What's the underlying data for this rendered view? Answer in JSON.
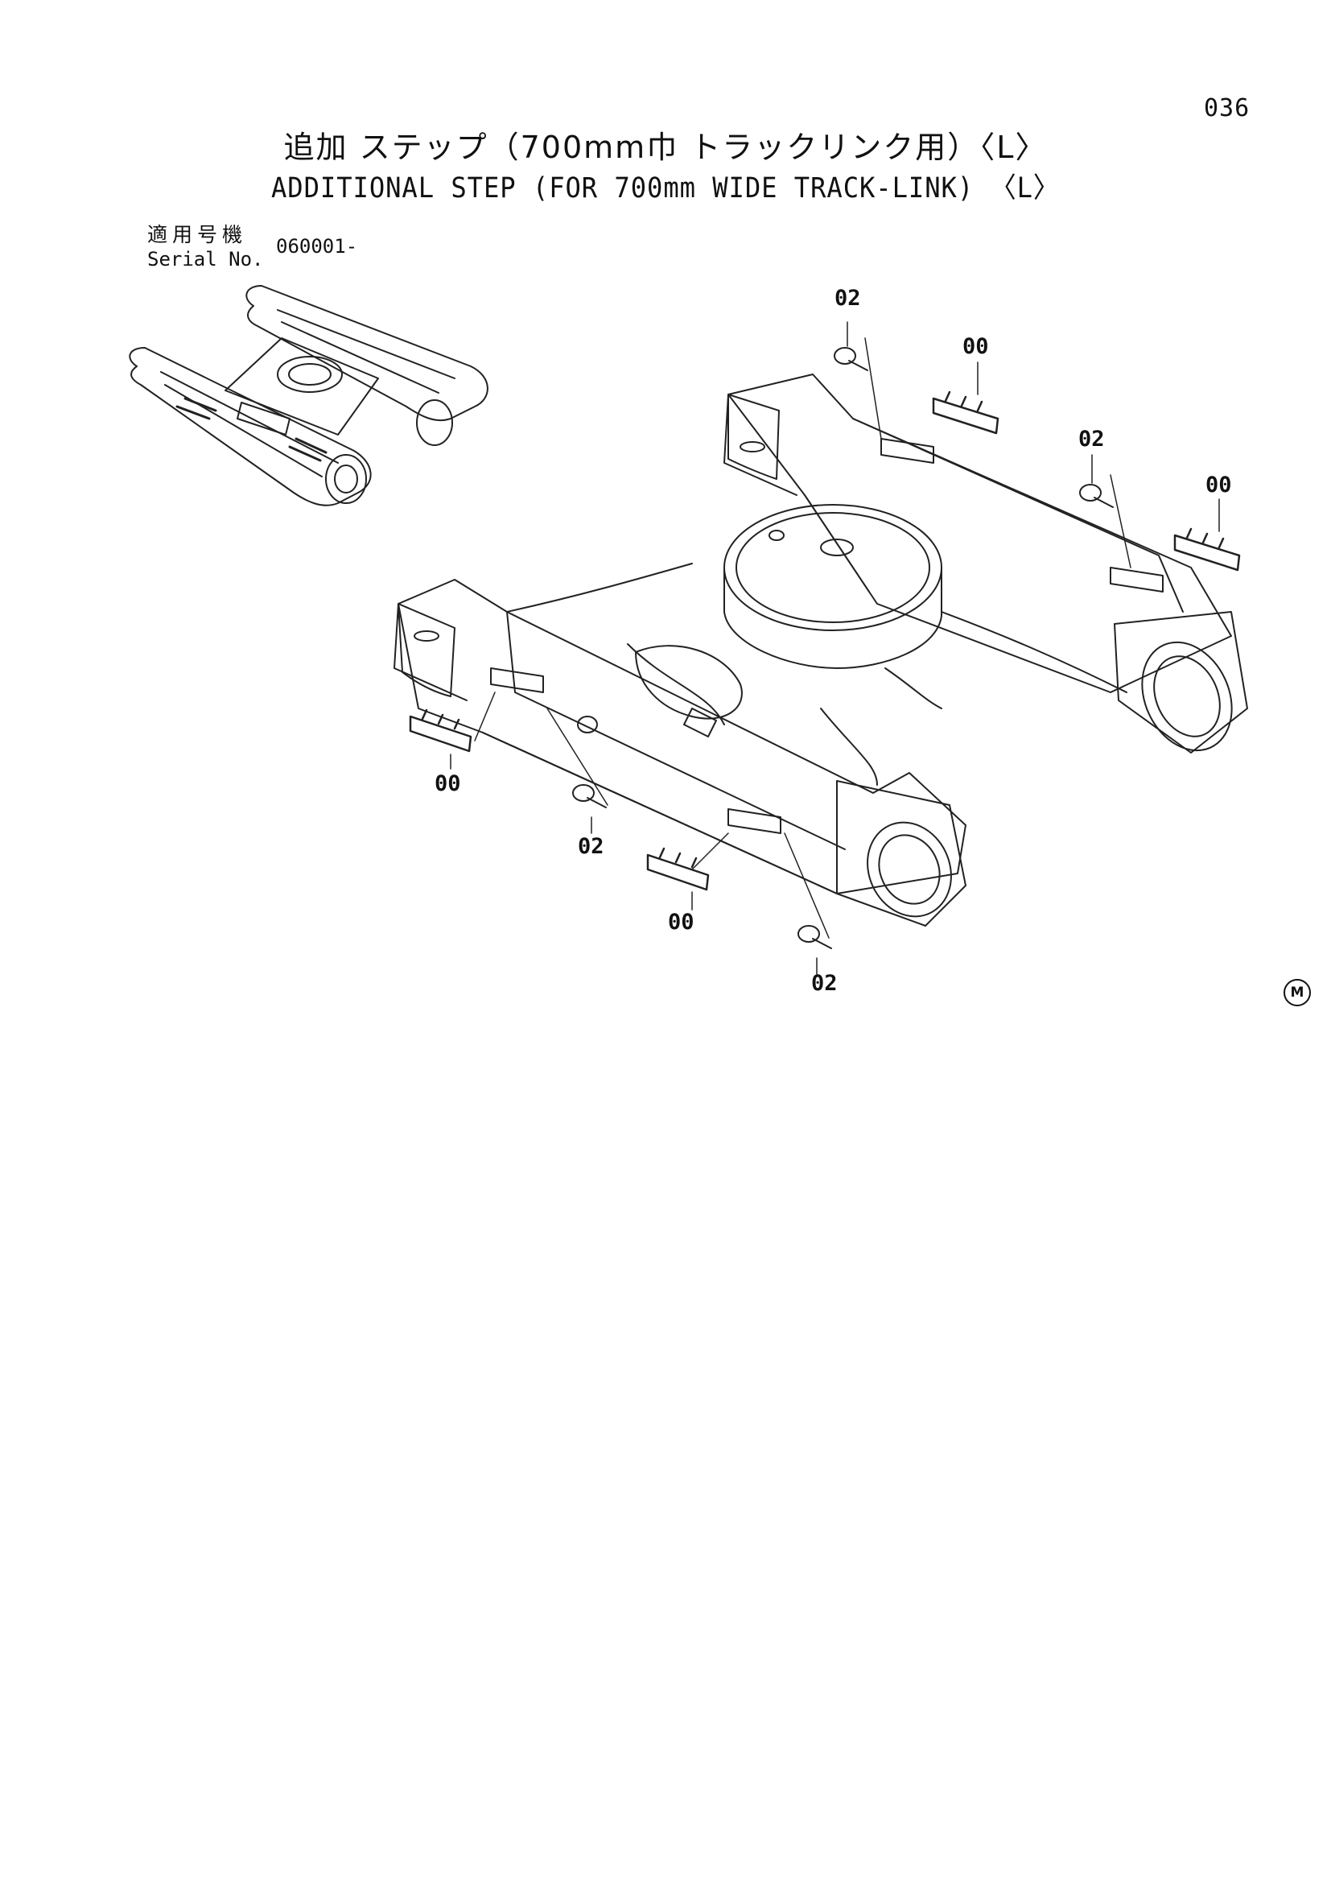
{
  "page": {
    "number": "036",
    "title_jp": "追加 ステップ（700mm巾 トラックリンク用）〈L〉",
    "title_en": "ADDITIONAL STEP (FOR 700mm WIDE TRACK-LINK) 〈L〉"
  },
  "serial": {
    "label_jp": "適用号機",
    "label_en": "Serial No.",
    "value": "060001-"
  },
  "callouts": [
    "02",
    "00",
    "02",
    "00",
    "00",
    "02",
    "00",
    "02"
  ],
  "footer_mark": "M"
}
